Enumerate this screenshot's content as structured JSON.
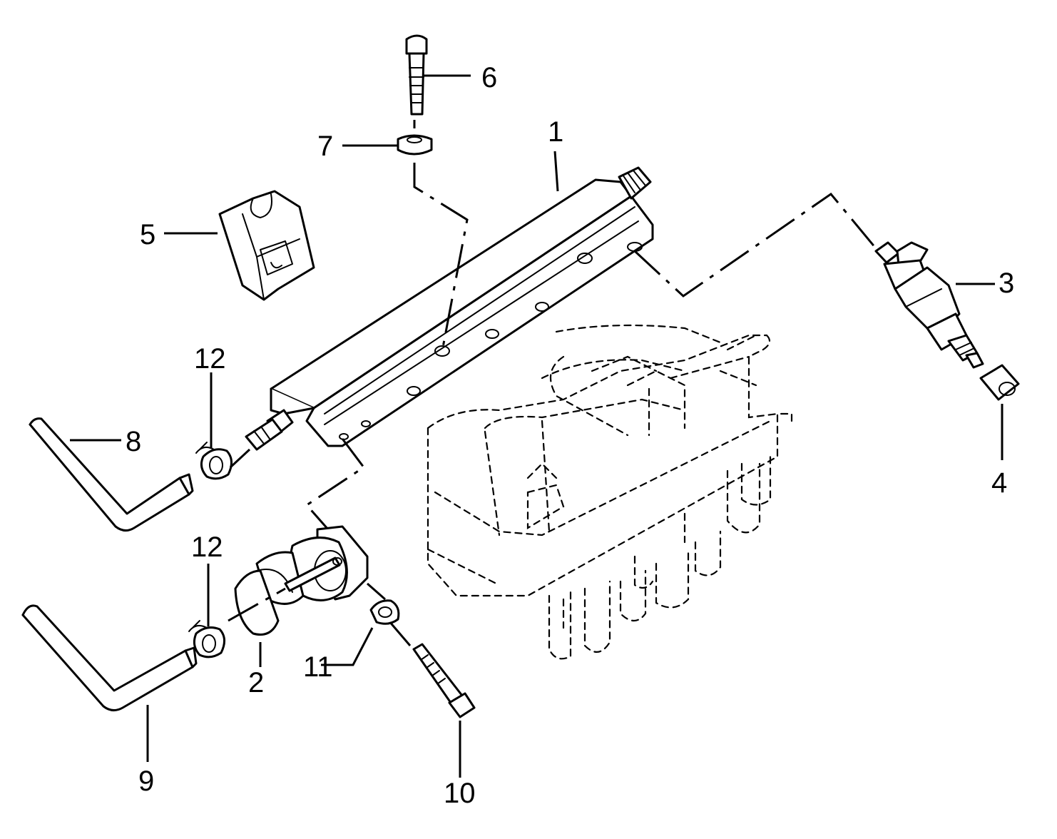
{
  "callouts": {
    "c1": "1",
    "c2": "2",
    "c3": "3",
    "c4": "4",
    "c5": "5",
    "c6": "6",
    "c7": "7",
    "c8": "8",
    "c9": "9",
    "c10": "10",
    "c11": "11",
    "c12a": "12",
    "c12b": "12"
  }
}
